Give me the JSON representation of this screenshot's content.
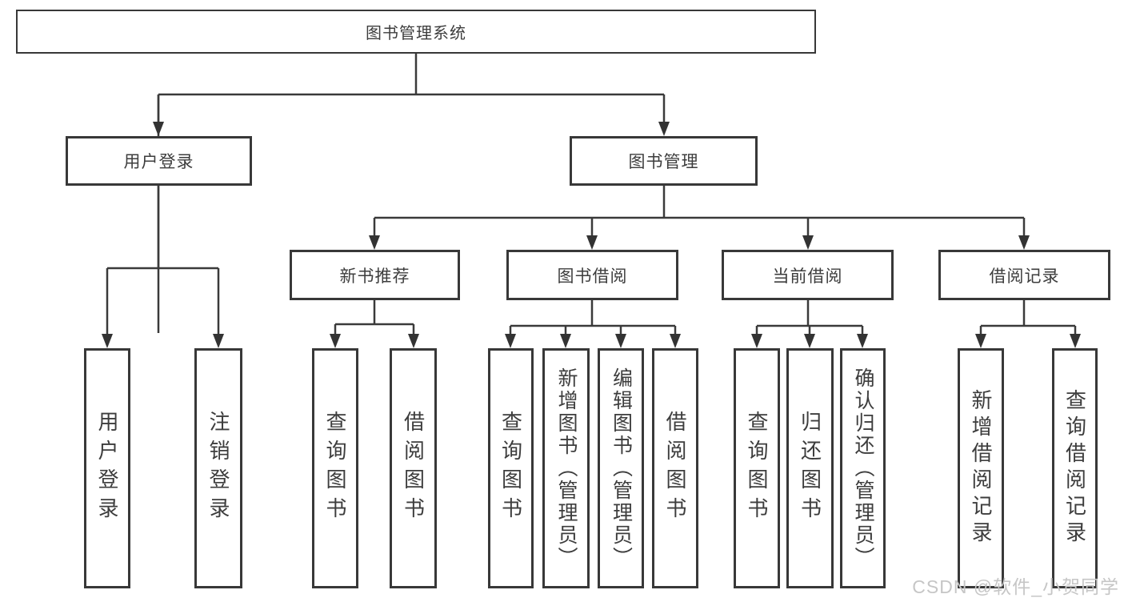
{
  "tree": {
    "label": "图书管理系统",
    "children": [
      {
        "label": "用户登录",
        "children": [
          {
            "label": "用户登录"
          },
          {
            "label": "注销登录"
          }
        ]
      },
      {
        "label": "图书管理",
        "children": [
          {
            "label": "新书推荐",
            "children": [
              {
                "label": "查询图书"
              },
              {
                "label": "借阅图书"
              }
            ]
          },
          {
            "label": "图书借阅",
            "children": [
              {
                "label": "查询图书"
              },
              {
                "label": "新增图书（管理员）"
              },
              {
                "label": "编辑图书（管理员）"
              },
              {
                "label": "借阅图书"
              }
            ]
          },
          {
            "label": "当前借阅",
            "children": [
              {
                "label": "查询图书"
              },
              {
                "label": "归还图书"
              },
              {
                "label": "确认归还（管理员）"
              }
            ]
          },
          {
            "label": "借阅记录",
            "children": [
              {
                "label": "新增借阅记录"
              },
              {
                "label": "查询借阅记录"
              }
            ]
          }
        ]
      }
    ]
  },
  "watermark": "CSDN @软件_小贺同学",
  "colors": {
    "background": "#ffffff",
    "box_border": "#383838",
    "connector_line": "#3a3a3a",
    "text": "#3d3d3d",
    "watermark_text": "#c6c6c6"
  }
}
